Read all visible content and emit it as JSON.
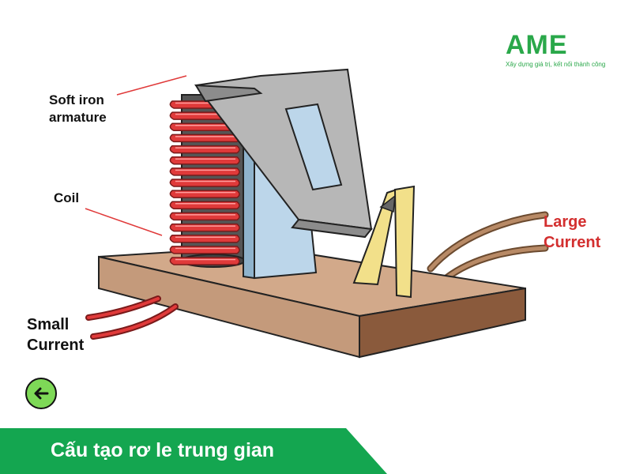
{
  "logo": {
    "name": "AME",
    "tagline": "Xây dựng giá trị, kết nối thành công"
  },
  "labels": {
    "armature": "Soft iron\narmature",
    "coil": "Coil",
    "small_current": "Small\nCurrent",
    "large_current": "Large\nCurrent"
  },
  "banner": {
    "title": "Cấu tạo rơ le trung gian"
  },
  "icons": {
    "back": "arrow-left-icon"
  },
  "colors": {
    "brand_green": "#2aa84a",
    "banner_green": "#14a650",
    "coil_red": "#e03a3a",
    "large_current_red": "#d32f2f",
    "base_wood": "#d2a98a",
    "button_green": "#7ed957"
  }
}
